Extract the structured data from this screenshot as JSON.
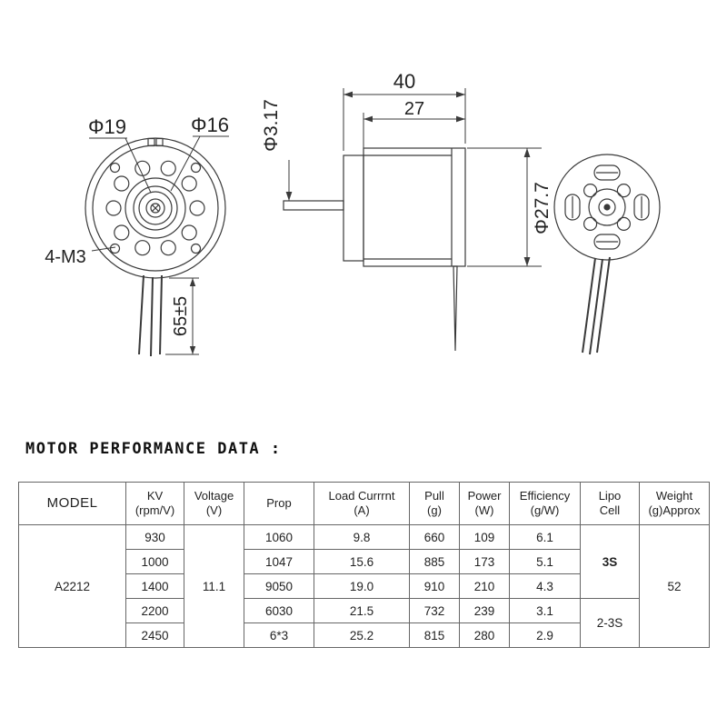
{
  "colors": {
    "line": "#3a3a3a",
    "text": "#222222",
    "table_border": "#666666"
  },
  "drawing": {
    "front": {
      "label_dia19": "Φ19",
      "label_dia16": "Φ16",
      "label_mount": "4-M3",
      "label_wire_length": "65±5"
    },
    "side": {
      "label_total_length": "40",
      "label_body_length": "27",
      "label_shaft_dia": "Φ3.17",
      "label_body_dia": "Φ27.7"
    }
  },
  "section_title": "MOTOR PERFORMANCE DATA :",
  "table": {
    "headers": {
      "model": "MODEL",
      "kv": "KV\n(rpm/V)",
      "voltage": "Voltage\n(V)",
      "prop": "Prop",
      "load": "Load Currrnt\n(A)",
      "pull": "Pull\n(g)",
      "power": "Power\n(W)",
      "efficiency": "Efficiency\n(g/W)",
      "lipo": "Lipo\nCell",
      "weight": "Weight\n(g)Approx"
    },
    "model": "A2212",
    "voltage": "11.1",
    "weight": "52",
    "lipo_cell_upper": "3S",
    "lipo_cell_lower": "2-3S",
    "rows": [
      {
        "kv": "930",
        "prop": "1060",
        "load": "9.8",
        "pull": "660",
        "power": "109",
        "eff": "6.1"
      },
      {
        "kv": "1000",
        "prop": "1047",
        "load": "15.6",
        "pull": "885",
        "power": "173",
        "eff": "5.1"
      },
      {
        "kv": "1400",
        "prop": "9050",
        "load": "19.0",
        "pull": "910",
        "power": "210",
        "eff": "4.3"
      },
      {
        "kv": "2200",
        "prop": "6030",
        "load": "21.5",
        "pull": "732",
        "power": "239",
        "eff": "3.1"
      },
      {
        "kv": "2450",
        "prop": "6*3",
        "load": "25.2",
        "pull": "815",
        "power": "280",
        "eff": "2.9"
      }
    ]
  }
}
